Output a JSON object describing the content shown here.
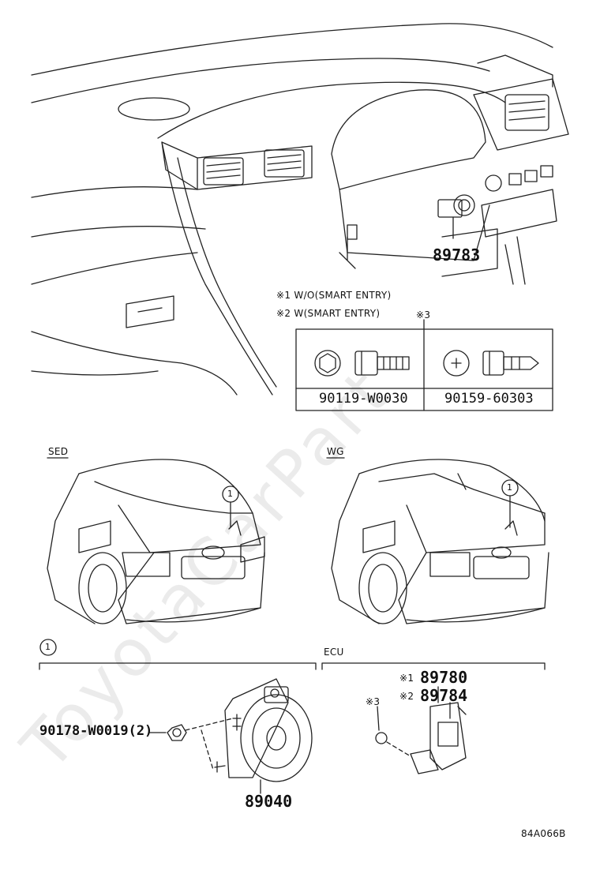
{
  "parts": {
    "relay_top": "89783",
    "horn_unit": "89040",
    "bolt_left": "90178-W0019(2)",
    "ecu_1": "89780",
    "ecu_2": "89784",
    "bolt_a": "90119-W0030",
    "bolt_b": "90159-60303"
  },
  "notes": {
    "note1": "※1 W/O(SMART ENTRY)",
    "note2": "※2 W(SMART ENTRY)",
    "note3": "※3",
    "ecu_note1": "※1",
    "ecu_note2": "※2",
    "ecu_note3": "※3"
  },
  "labels": {
    "sed": "SED",
    "wg": "WG",
    "ecu": "ECU",
    "callout": "1",
    "figure_code": "84A066B"
  },
  "watermark": "ToyotaCarPart"
}
